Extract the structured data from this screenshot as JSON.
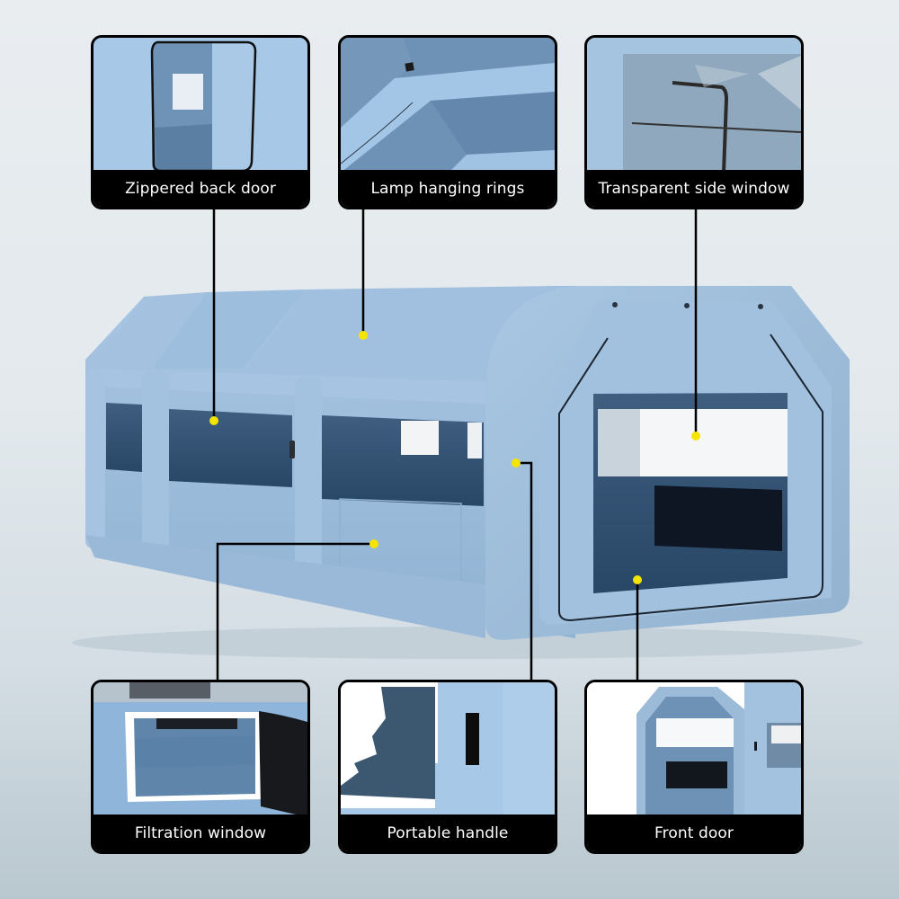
{
  "features": [
    {
      "id": "p1",
      "label": "Zippered back door"
    },
    {
      "id": "p2",
      "label": "Lamp hanging rings"
    },
    {
      "id": "p3",
      "label": "Transparent side window"
    },
    {
      "id": "p4",
      "label": "Filtration window"
    },
    {
      "id": "p5",
      "label": "Portable handle"
    },
    {
      "id": "p6",
      "label": "Front door"
    }
  ],
  "colors": {
    "tent_blue": "#9dbcdc",
    "marker_yellow": "#f5e400",
    "label_bg": "#000000",
    "label_text": "#ffffff"
  }
}
